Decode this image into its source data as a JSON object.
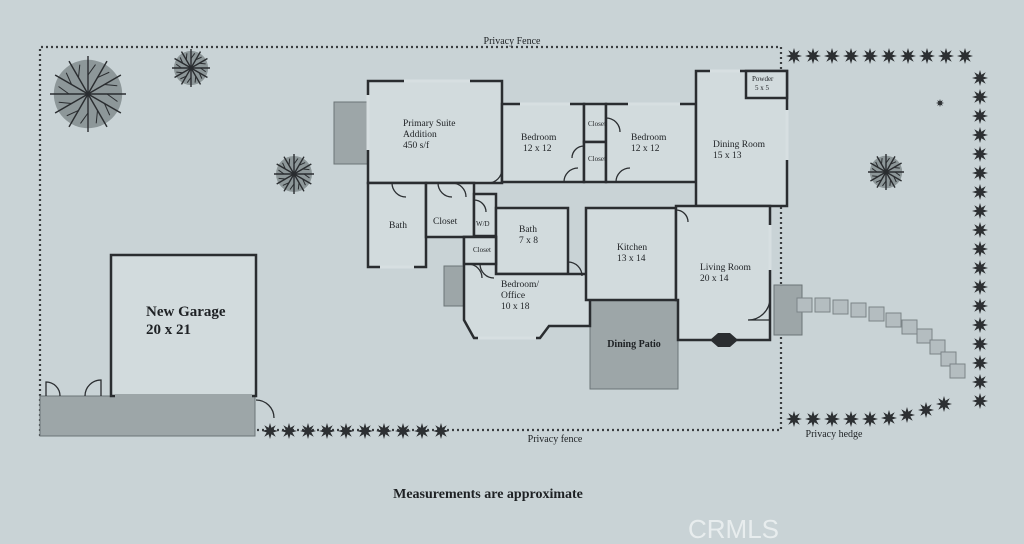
{
  "fence_labels": {
    "top": "Privacy Fence",
    "bottom": "Privacy fence",
    "hedge": "Privacy hedge"
  },
  "rooms": {
    "primary_suite": {
      "name": "Primary Suite",
      "name2": "Addition",
      "size": "450 s/f"
    },
    "bedroom_1": {
      "name": "Bedroom",
      "size": "12 x 12"
    },
    "bedroom_2": {
      "name": "Bedroom",
      "size": "12 x 12"
    },
    "dining_room": {
      "name": "Dining Room",
      "size": "15 x 13"
    },
    "powder": {
      "name": "Powder",
      "size": "5 x 5"
    },
    "closet_a": {
      "name": "Closet"
    },
    "closet_b": {
      "name": "Closet"
    },
    "bath_primary": {
      "name": "Bath"
    },
    "closet_primary": {
      "name": "Closet"
    },
    "wd": {
      "name": "W/D"
    },
    "bath_2": {
      "name": "Bath",
      "size": "7 x 8"
    },
    "closet_office": {
      "name": "Closet"
    },
    "office": {
      "name": "Bedroom/",
      "name2": "Office",
      "size": "10 x 18"
    },
    "kitchen": {
      "name": "Kitchen",
      "size": "13 x 14"
    },
    "living_room": {
      "name": "Living Room",
      "size": "20 x 14"
    },
    "dining_patio": {
      "name": "Dining Patio"
    },
    "garage": {
      "name": "New Garage",
      "size": "20 x 21"
    }
  },
  "footer": {
    "note": "Measurements are approximate"
  },
  "watermark": "CRMLS"
}
